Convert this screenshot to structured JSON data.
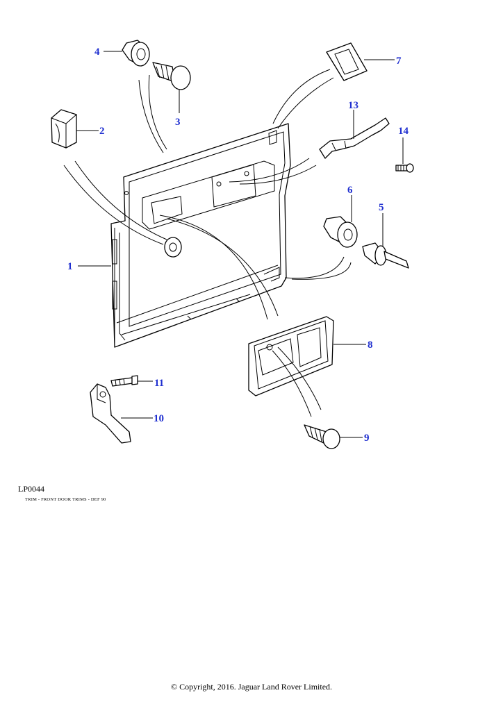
{
  "drawing_id": "LP0044",
  "drawing_title": "TRIM - FRONT DOOR TRIMS - DEF 90",
  "copyright": "© Copyright, 2016. Jaguar Land Rover Limited.",
  "callouts": {
    "c1": "1",
    "c2": "2",
    "c3": "3",
    "c4": "4",
    "c5": "5",
    "c6": "6",
    "c7": "7",
    "c8": "8",
    "c9": "9",
    "c10": "10",
    "c11": "11",
    "c13": "13",
    "c14": "14"
  }
}
